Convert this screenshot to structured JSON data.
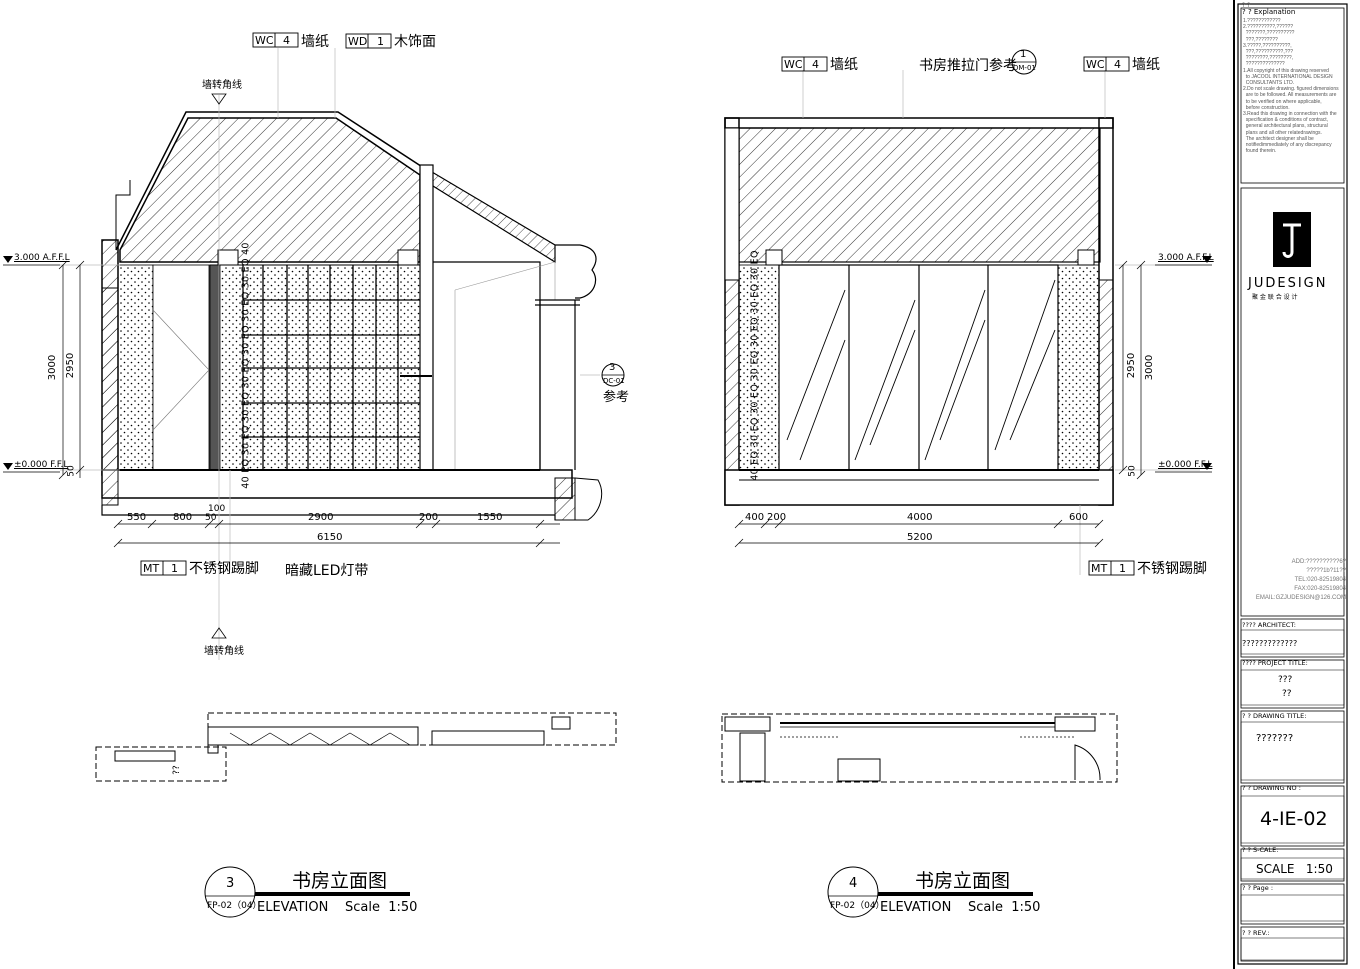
{
  "elev3": {
    "tag_wc": "WC",
    "tag_wc_num": "4",
    "tag_wc_text": "墙纸",
    "tag_wd": "WD",
    "tag_wd_num": "1",
    "tag_wd_text": "木饰面",
    "corner_top": "墙转角线",
    "corner_bottom": "墙转角线",
    "level_top": "3.000 A.F.F.L",
    "level_bottom": "±0.000 F.F.L",
    "dim_3000": "3000",
    "dim_2950": "2950",
    "dim_50": "50",
    "eq_text": "40 EQ 30 EQ 30 EQ 30 EQ 30 EQ 30 EQ 30 EQ 40",
    "section_num": "3",
    "section_ref": "DC-01",
    "section_text": "参考",
    "dims_bottom": [
      "550",
      "800",
      "50",
      "2900",
      "200",
      "1550"
    ],
    "dim_100": "100",
    "dim_total": "6150",
    "tag_mt": "MT",
    "tag_mt_num": "1",
    "tag_mt_text": "不锈钢踢脚",
    "led_text": "暗藏LED灯带",
    "plan_text": "??",
    "title_num": "3",
    "title_ref": "FP-02（04）",
    "title_cn": "书房立面图",
    "title_en": "ELEVATION",
    "title_scale": "Scale  1:50"
  },
  "elev4": {
    "tag_wc_l": "WC",
    "tag_wc_l_num": "4",
    "tag_wc_l_text": "墙纸",
    "door_ref_text": "书房推拉门参考",
    "door_ref_num": "1",
    "door_ref_code": "DM-01",
    "tag_wc_r": "WC",
    "tag_wc_r_num": "4",
    "tag_wc_r_text": "墙纸",
    "level_top": "3.000 A.F.F.L",
    "level_bottom": "±0.000 F.F.L",
    "dim_3000": "3000",
    "dim_2950": "2950",
    "dim_50": "50",
    "eq_text": "40 EQ 30 EQ 30 EQ 30 EQ 30 EQ 30 EQ 30 EQ",
    "dims_bottom": [
      "400",
      "200",
      "4000",
      "600"
    ],
    "dim_total": "5200",
    "tag_mt": "MT",
    "tag_mt_num": "1",
    "tag_mt_text": "不锈钢踢脚",
    "title_num": "4",
    "title_ref": "FP-02（04）",
    "title_cn": "书房立面图",
    "title_en": "ELEVATION",
    "title_scale": "Scale  1:50"
  },
  "titleblock": {
    "explanation_label": "? ?  Explanation",
    "notes": [
      "1.????????????",
      "2.??????????,??????",
      "  ???????,??????????",
      "  ???,????????",
      "3.?????,??????????,",
      "  ???,??????????,???",
      "  ????????,????????,",
      "  ??????????????",
      "1.All copyright of this drawing reserved",
      "  to JACOOL INTERNATIONAL DESIGN",
      "  CONSULTANTS LTD.",
      "2.Do not scale drawing. figured dimensions",
      "  are to be followed. All measurements are",
      "  to be verified on where applicable,",
      "  before construction.",
      "3.Read this drawing in connection with the",
      "  specification & conditions of contract,",
      "  general architectural plans, structural",
      "  plans and all other relatedrawings.",
      "  The architect designer shall be",
      "  notifiedimmediately of any discrepancy",
      "  found therein."
    ],
    "logo_name": "JUDESIGN",
    "logo_sub": "聚 金 联 合 设 计",
    "address": [
      "ADD:??????????6?",
      "?????1b?11??",
      "TEL:020-82519804",
      "FAX:020-82519804",
      "EMAIL:GZJUDESIGN@126.COM"
    ],
    "architect_label": "????   ARCHITECT:",
    "architect_value": "?????????????",
    "project_label": "????   PROJECT TITLE:",
    "project_value_1": "???",
    "project_value_2": "??",
    "drawing_title_label": "? ?  DRAWING TITLE:",
    "drawing_title_value": "???????",
    "drawing_no_label": "? ?   DRAWING NO :",
    "drawing_no_value": "4-IE-02",
    "scale_label": "? ?    S-CALE:",
    "scale_value": "SCALE   1:50",
    "page_label": "? ?   Page :",
    "rev_label": "? ?     REV.:",
    "top_marks": "? ?"
  }
}
